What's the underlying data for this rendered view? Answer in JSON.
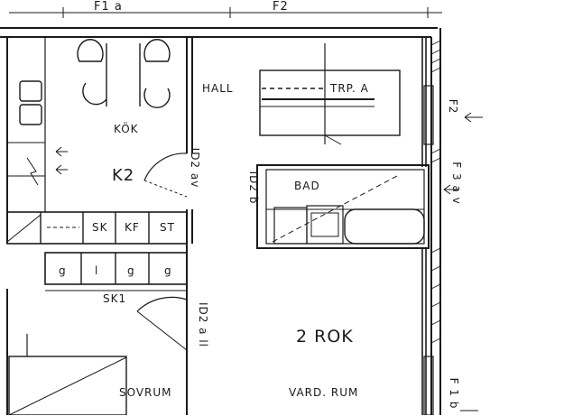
{
  "rooms": {
    "kitchen": "KÖK",
    "kitchen_code": "K2",
    "hall": "HALL",
    "stairs": "TRP. A",
    "bathroom": "BAD",
    "apartment": "2 ROK",
    "living_room": "VARD. RUM",
    "bedroom": "SOVRUM"
  },
  "cabinets": {
    "sk": "SK",
    "kf": "KF",
    "st": "ST",
    "sk1": "SK1",
    "g1": "g",
    "l": "l",
    "g2": "g",
    "g3": "g"
  },
  "tags": {
    "f1a": "F1 a",
    "f2_top": "F2",
    "f2_side": "F2",
    "f3av": "F 3 a v",
    "f1b": "F 1 b",
    "door_kitchen": "ID2 av",
    "door_bath": "ID2 b",
    "door_sk1": "ID2 a ll"
  }
}
